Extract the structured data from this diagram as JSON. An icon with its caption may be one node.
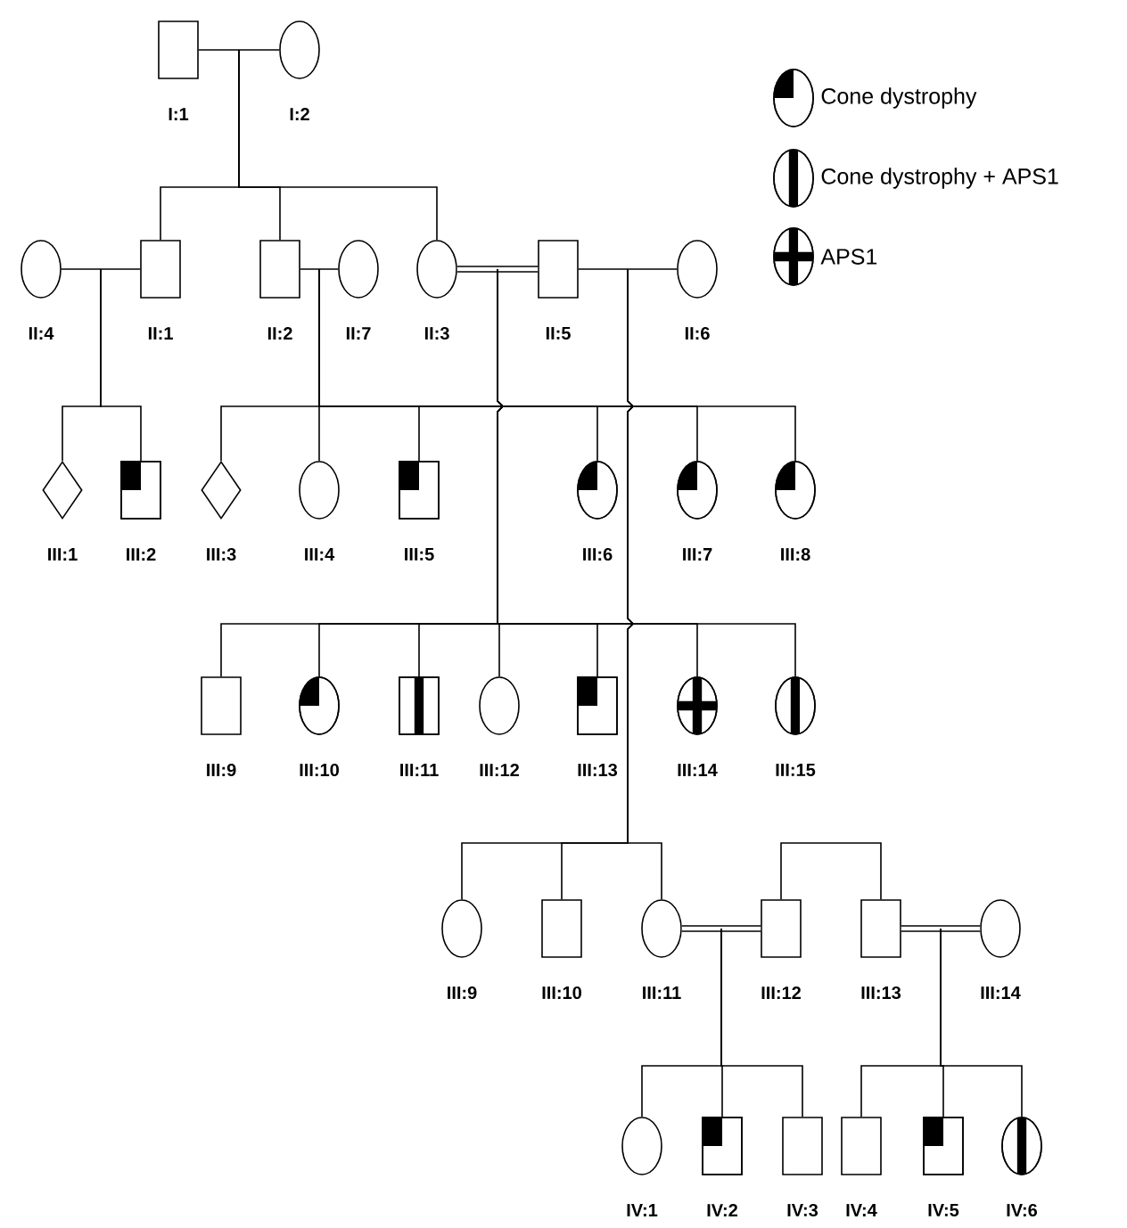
{
  "diagram": {
    "nodes": [
      {
        "text": [],
        "shape": "box",
        "beside": [
          "I:1"
        ]
      },
      {
        "text": [],
        "shape": "circle",
        "beside": [
          "I:2"
        ]
      },
      {
        "text": [],
        "shape": "circle",
        "beside": [
          "II:4"
        ]
      },
      {
        "text": [],
        "shape": "box",
        "beside": [
          "II:1"
        ]
      },
      {
        "text": [],
        "shape": "box",
        "beside": [
          "II:2"
        ]
      },
      {
        "text": [],
        "shape": "circle",
        "beside": [
          "II:7"
        ]
      },
      {
        "text": [],
        "shape": "circle",
        "beside": [
          "II:3"
        ]
      },
      {
        "text": [],
        "shape": "box",
        "beside": [
          "II:5"
        ]
      },
      {
        "text": [],
        "shape": "circle",
        "beside": [
          "II:6"
        ]
      },
      {
        "text": [],
        "shape": "diamond",
        "beside": [
          "III:1"
        ]
      },
      {
        "text": [],
        "shape": "box-quarter",
        "beside": [
          "III:2"
        ]
      },
      {
        "text": [],
        "shape": "diamond",
        "beside": [
          "III:3"
        ]
      },
      {
        "text": [],
        "shape": "circle",
        "beside": [
          "III:4"
        ]
      },
      {
        "text": [],
        "shape": "box-quarter",
        "beside": [
          "III:5"
        ]
      },
      {
        "text": [],
        "shape": "circle-quarter",
        "beside": [
          "III:6"
        ]
      },
      {
        "text": [],
        "shape": "circle-quarter",
        "beside": [
          "III:7"
        ]
      },
      {
        "text": [],
        "shape": "circle-quarter",
        "beside": [
          "III:8"
        ]
      },
      {
        "text": [],
        "shape": "box",
        "beside": [
          "III:9"
        ]
      },
      {
        "text": [],
        "shape": "circle-quarter",
        "beside": [
          "III:10"
        ]
      },
      {
        "text": [],
        "shape": "box-bar",
        "beside": [
          "III:11"
        ]
      },
      {
        "text": [],
        "shape": "circle",
        "beside": [
          "III:12"
        ]
      },
      {
        "text": [],
        "shape": "box-quarter",
        "beside": [
          "III:13"
        ]
      },
      {
        "text": [],
        "shape": "circle-cross",
        "beside": [
          "III:14"
        ]
      },
      {
        "text": [],
        "shape": "circle-bar",
        "beside": [
          "III:15"
        ]
      },
      {
        "text": [],
        "shape": "circle",
        "beside": [
          "III:9"
        ]
      },
      {
        "text": [],
        "shape": "box",
        "beside": [
          "III:10"
        ]
      },
      {
        "text": [],
        "shape": "circle",
        "beside": [
          "III:11"
        ]
      },
      {
        "text": [],
        "shape": "box",
        "beside": [
          "III:12"
        ]
      },
      {
        "text": [],
        "shape": "box",
        "beside": [
          "III:13"
        ]
      },
      {
        "text": [],
        "shape": "circle",
        "beside": [
          "III:14"
        ]
      },
      {
        "text": [],
        "shape": "circle",
        "beside": [
          "IV:1"
        ]
      },
      {
        "text": [],
        "shape": "box-quarter",
        "beside": [
          "IV:2"
        ]
      },
      {
        "text": [],
        "shape": "box",
        "beside": [
          "IV:3"
        ]
      },
      {
        "text": [],
        "shape": "box",
        "beside": [
          "IV:4"
        ]
      },
      {
        "text": [],
        "shape": "box-quarter",
        "beside": [
          "IV:5"
        ]
      },
      {
        "text": [],
        "shape": "circle-bar",
        "beside": [
          "IV:6"
        ]
      }
    ],
    "edges": [
      {
        "from": 0,
        "to": 1,
        "arrow": "none"
      },
      {
        "from": 2,
        "to": 3,
        "arrow": "none"
      },
      {
        "from": 4,
        "to": 5,
        "arrow": "none"
      },
      {
        "from": 6,
        "to": 7,
        "arrow": "none",
        "style": "thick"
      },
      {
        "from": 7,
        "to": 8,
        "arrow": "none"
      },
      {
        "from": 26,
        "to": 27,
        "arrow": "none",
        "style": "thick"
      },
      {
        "from": 28,
        "to": 29,
        "arrow": "none",
        "style": "thick"
      },
      {
        "from": 27,
        "to": 28,
        "arrow": "none"
      },
      {
        "from": 0,
        "to": 3,
        "arrow": "none"
      },
      {
        "from": 1,
        "to": 3,
        "arrow": "none"
      },
      {
        "from": 0,
        "to": 4,
        "arrow": "none"
      },
      {
        "from": 1,
        "to": 4,
        "arrow": "none"
      },
      {
        "from": 0,
        "to": 6,
        "arrow": "none"
      },
      {
        "from": 1,
        "to": 6,
        "arrow": "none"
      },
      {
        "from": 2,
        "to": 9,
        "arrow": "none"
      },
      {
        "from": 3,
        "to": 9,
        "arrow": "none"
      },
      {
        "from": 2,
        "to": 10,
        "arrow": "none"
      },
      {
        "from": 3,
        "to": 10,
        "arrow": "none"
      },
      {
        "from": 4,
        "to": 11,
        "arrow": "none"
      },
      {
        "from": 5,
        "to": 11,
        "arrow": "none"
      },
      {
        "from": 4,
        "to": 12,
        "arrow": "none"
      },
      {
        "from": 5,
        "to": 12,
        "arrow": "none"
      },
      {
        "from": 4,
        "to": 13,
        "arrow": "none"
      },
      {
        "from": 5,
        "to": 13,
        "arrow": "none"
      },
      {
        "from": 4,
        "to": 14,
        "arrow": "none"
      },
      {
        "from": 5,
        "to": 14,
        "arrow": "none"
      },
      {
        "from": 4,
        "to": 15,
        "arrow": "none"
      },
      {
        "from": 5,
        "to": 15,
        "arrow": "none"
      },
      {
        "from": 4,
        "to": 16,
        "arrow": "none"
      },
      {
        "from": 5,
        "to": 16,
        "arrow": "none"
      },
      {
        "from": 6,
        "to": 17,
        "arrow": "none"
      },
      {
        "from": 7,
        "to": 17,
        "arrow": "none"
      },
      {
        "from": 6,
        "to": 18,
        "arrow": "none"
      },
      {
        "from": 7,
        "to": 18,
        "arrow": "none"
      },
      {
        "from": 6,
        "to": 19,
        "arrow": "none"
      },
      {
        "from": 7,
        "to": 19,
        "arrow": "none"
      },
      {
        "from": 6,
        "to": 20,
        "arrow": "none"
      },
      {
        "from": 7,
        "to": 20,
        "arrow": "none"
      },
      {
        "from": 6,
        "to": 21,
        "arrow": "none"
      },
      {
        "from": 7,
        "to": 21,
        "arrow": "none"
      },
      {
        "from": 6,
        "to": 22,
        "arrow": "none"
      },
      {
        "from": 7,
        "to": 22,
        "arrow": "none"
      },
      {
        "from": 6,
        "to": 23,
        "arrow": "none"
      },
      {
        "from": 7,
        "to": 23,
        "arrow": "none"
      },
      {
        "from": 7,
        "to": 24,
        "arrow": "none"
      },
      {
        "from": 8,
        "to": 24,
        "arrow": "none"
      },
      {
        "from": 7,
        "to": 25,
        "arrow": "none"
      },
      {
        "from": 8,
        "to": 25,
        "arrow": "none"
      },
      {
        "from": 7,
        "to": 26,
        "arrow": "none"
      },
      {
        "from": 8,
        "to": 26,
        "arrow": "none"
      },
      {
        "from": 26,
        "to": 30,
        "arrow": "none"
      },
      {
        "from": 27,
        "to": 30,
        "arrow": "none"
      },
      {
        "from": 26,
        "to": 31,
        "arrow": "none"
      },
      {
        "from": 27,
        "to": 31,
        "arrow": "none"
      },
      {
        "from": 26,
        "to": 32,
        "arrow": "none"
      },
      {
        "from": 27,
        "to": 32,
        "arrow": "none"
      },
      {
        "from": 28,
        "to": 33,
        "arrow": "none"
      },
      {
        "from": 29,
        "to": 33,
        "arrow": "none"
      },
      {
        "from": 28,
        "to": 34,
        "arrow": "none"
      },
      {
        "from": 29,
        "to": 34,
        "arrow": "none"
      },
      {
        "from": 28,
        "to": 35,
        "arrow": "none"
      },
      {
        "from": 29,
        "to": 35,
        "arrow": "none"
      }
    ],
    "legend": [
      {
        "text": "Cone dystrophy"
      },
      {
        "text": "Cone dystrophy + APS1"
      },
      {
        "text": "APS1"
      }
    ]
  }
}
